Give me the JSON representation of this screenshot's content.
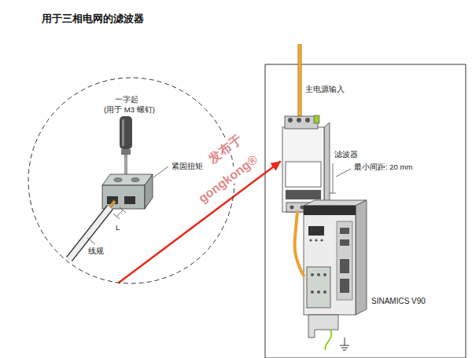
{
  "diagram": {
    "title": "用于三相电网的滤波器",
    "nodes": [
      {
        "text": [
          "一字起",
          "(用于 M3 螺钉)",
          "紧固扭矩",
          "L",
          "线规"
        ]
      },
      {
        "text": [
          "滤波器"
        ]
      },
      {
        "text": [
          "SINAMICS V90"
        ]
      }
    ],
    "edges": [
      {
        "from": 0,
        "to": 1,
        "arrow": "to"
      },
      {
        "from": 1,
        "to": 2,
        "arrow": "none"
      }
    ],
    "labels": [
      "主电源输入",
      "最小间距: 20 mm",
      "发布于",
      "gongkong®"
    ]
  }
}
